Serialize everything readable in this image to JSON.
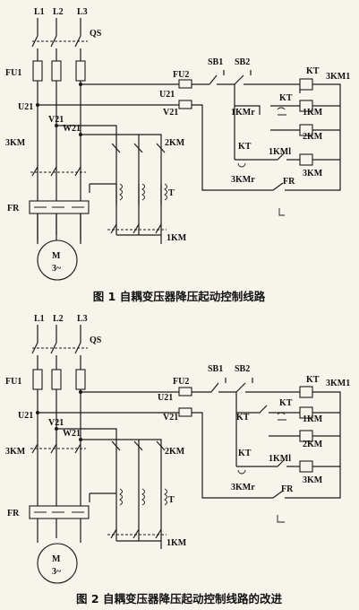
{
  "figure1": {
    "caption": "图 1  自耦变压器降压起动控制线路",
    "labels": [
      "L1",
      "L2",
      "L3",
      "QS",
      "FU1",
      "FU2",
      "SB1",
      "SB2",
      "KT",
      "3KM1",
      "U21",
      "U21",
      "V21",
      "V21",
      "W21",
      "1KMr",
      "KT",
      "1KM",
      "2KM",
      "3KM",
      "2KM",
      "KT",
      "1KMl",
      "3KM",
      "3KMr",
      "FR",
      "T",
      "FR",
      "1KM",
      "M",
      "3~"
    ]
  },
  "figure2": {
    "caption": "图 2  自耦变压器降压起动控制线路的改进",
    "labels": [
      "L1",
      "L2",
      "L3",
      "QS",
      "FU1",
      "FU2",
      "SB1",
      "SB2",
      "KT",
      "3KM1",
      "U21",
      "U21",
      "V21",
      "V21",
      "W21",
      "KT",
      "KT",
      "1KM",
      "2KM",
      "3KM",
      "2KM",
      "KT",
      "1KMl",
      "3KM",
      "3KMr",
      "FR",
      "T",
      "FR",
      "1KM",
      "M",
      "3~"
    ]
  }
}
